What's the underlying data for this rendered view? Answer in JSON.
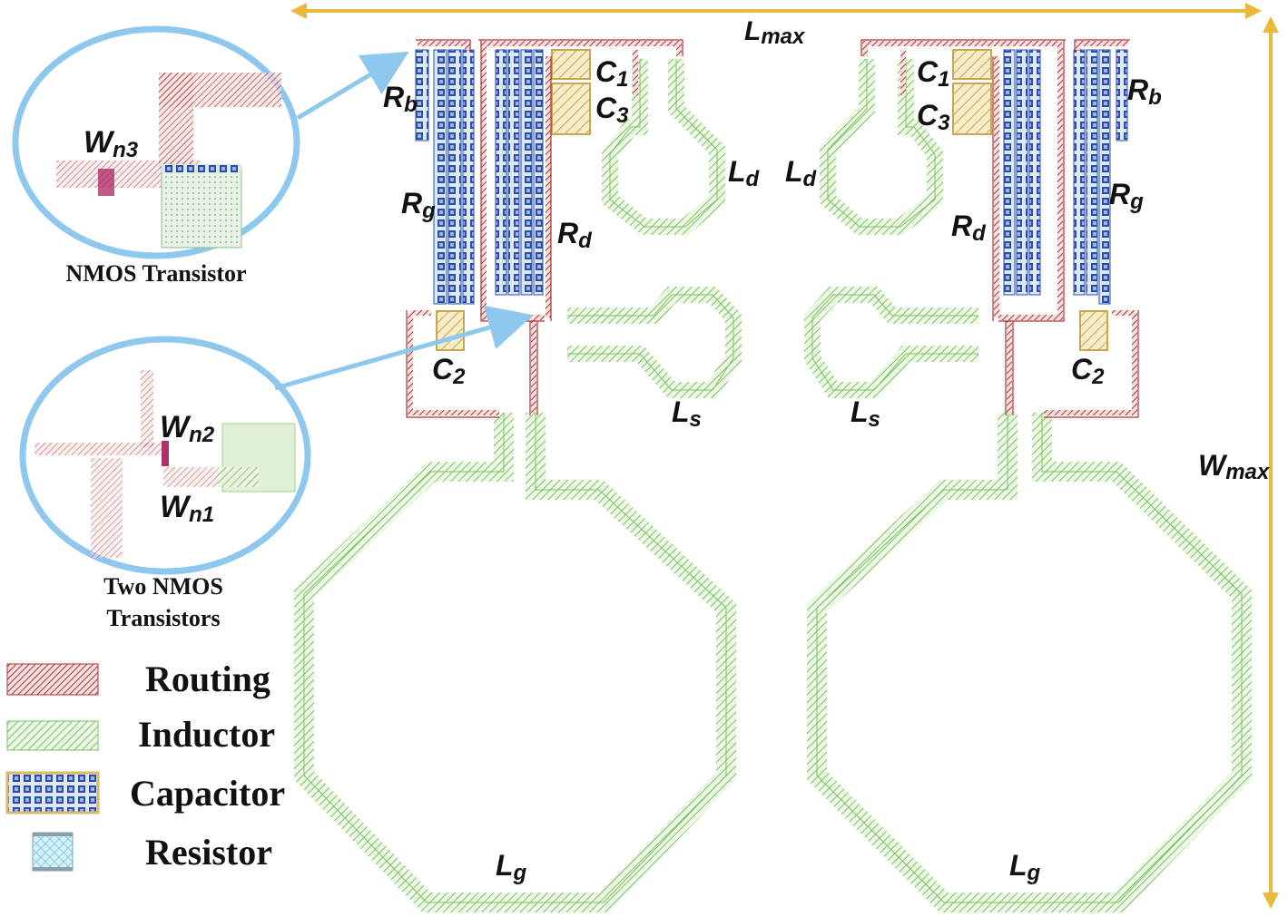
{
  "dimensions": {
    "length_label": "L",
    "length_sub": "max",
    "width_label": "W",
    "width_sub": "max"
  },
  "zoom_callouts": [
    {
      "id": "nmos",
      "caption_lines": [
        "NMOS Transistor"
      ],
      "labels": [
        {
          "main": "W",
          "sub": "n3"
        }
      ]
    },
    {
      "id": "two-nmos",
      "caption_lines": [
        "Two NMOS",
        "Transistors"
      ],
      "labels": [
        {
          "main": "W",
          "sub": "n2"
        },
        {
          "main": "W",
          "sub": "n1"
        }
      ]
    }
  ],
  "components_left": {
    "Rb": {
      "main": "R",
      "sub": "b"
    },
    "Rg": {
      "main": "R",
      "sub": "g"
    },
    "Rd": {
      "main": "R",
      "sub": "d"
    },
    "C1": {
      "main": "C",
      "sub": "1"
    },
    "C3": {
      "main": "C",
      "sub": "3"
    },
    "C2": {
      "main": "C",
      "sub": "2"
    },
    "Ld": {
      "main": "L",
      "sub": "d"
    },
    "Ls": {
      "main": "L",
      "sub": "s"
    },
    "Lg": {
      "main": "L",
      "sub": "g"
    }
  },
  "components_right": {
    "Rb": {
      "main": "R",
      "sub": "b"
    },
    "Rg": {
      "main": "R",
      "sub": "g"
    },
    "Rd": {
      "main": "R",
      "sub": "d"
    },
    "C1": {
      "main": "C",
      "sub": "1"
    },
    "C3": {
      "main": "C",
      "sub": "3"
    },
    "C2": {
      "main": "C",
      "sub": "2"
    },
    "Ld": {
      "main": "L",
      "sub": "d"
    },
    "Ls": {
      "main": "L",
      "sub": "s"
    },
    "Lg": {
      "main": "L",
      "sub": "g"
    }
  },
  "legend": [
    {
      "label": "Routing",
      "swatch": "routing"
    },
    {
      "label": "Inductor",
      "swatch": "inductor"
    },
    {
      "label": "Capacitor",
      "swatch": "capacitor"
    },
    {
      "label": "Resistor",
      "swatch": "resistor"
    }
  ],
  "colors": {
    "dimension_arrow": "#e8b93a",
    "routing": "#b03030",
    "inductor": "#7ac25a",
    "capacitor_cell": "#2a4fa8",
    "resistor": "#7fd0e8",
    "callout": "#8fc8ee",
    "mim_cap": "#d9b96a"
  }
}
